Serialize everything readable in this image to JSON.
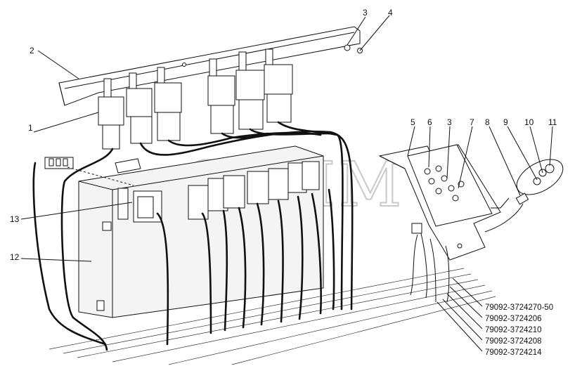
{
  "diagram": {
    "watermark": "GEHM",
    "callouts": [
      {
        "id": "c1",
        "text": "1"
      },
      {
        "id": "c2",
        "text": "2"
      },
      {
        "id": "c3a",
        "text": "3"
      },
      {
        "id": "c4",
        "text": "4"
      },
      {
        "id": "c5",
        "text": "5"
      },
      {
        "id": "c6",
        "text": "6"
      },
      {
        "id": "c3b",
        "text": "3"
      },
      {
        "id": "c7",
        "text": "7"
      },
      {
        "id": "c8",
        "text": "8"
      },
      {
        "id": "c9",
        "text": "9"
      },
      {
        "id": "c10",
        "text": "10"
      },
      {
        "id": "c11",
        "text": "11"
      },
      {
        "id": "c12",
        "text": "12"
      },
      {
        "id": "c13",
        "text": "13"
      }
    ],
    "part_numbers": [
      "79092-3724270-50",
      "79092-3724206",
      "79092-3724210",
      "79092-3724208",
      "79092-3724214"
    ]
  }
}
